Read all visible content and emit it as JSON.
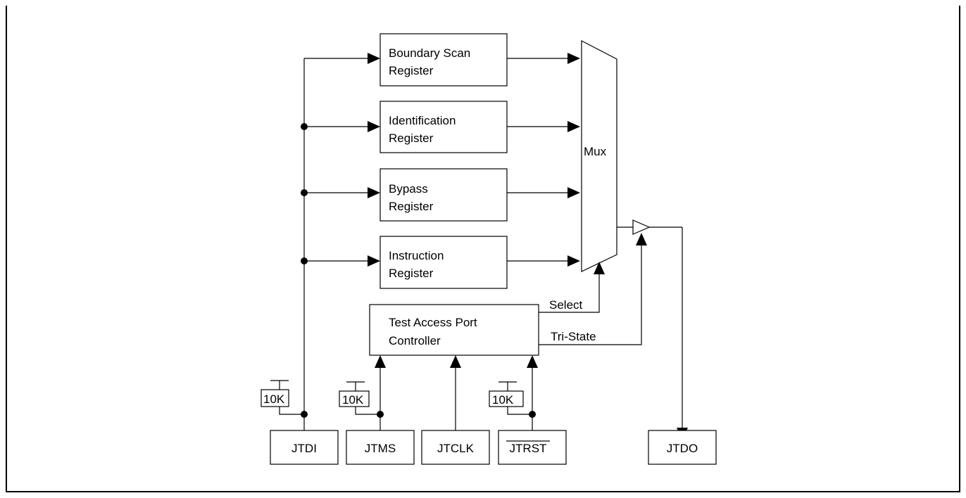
{
  "registers": {
    "boundary_scan": [
      "Boundary Scan",
      "Register"
    ],
    "identification": [
      "Identification",
      "Register"
    ],
    "bypass": [
      "Bypass",
      "Register"
    ],
    "instruction": [
      "Instruction",
      "Register"
    ]
  },
  "mux": {
    "label": "Mux"
  },
  "tap_controller": {
    "label": [
      "Test Access Port",
      "Controller"
    ]
  },
  "signals": {
    "select": "Select",
    "tri_state": "Tri-State"
  },
  "resistors": {
    "value": "10K"
  },
  "pins": {
    "jtdi": "JTDI",
    "jtms": "JTMS",
    "jtclk": "JTCLK",
    "jtrst": "JTRST",
    "jtdo": "JTDO"
  }
}
